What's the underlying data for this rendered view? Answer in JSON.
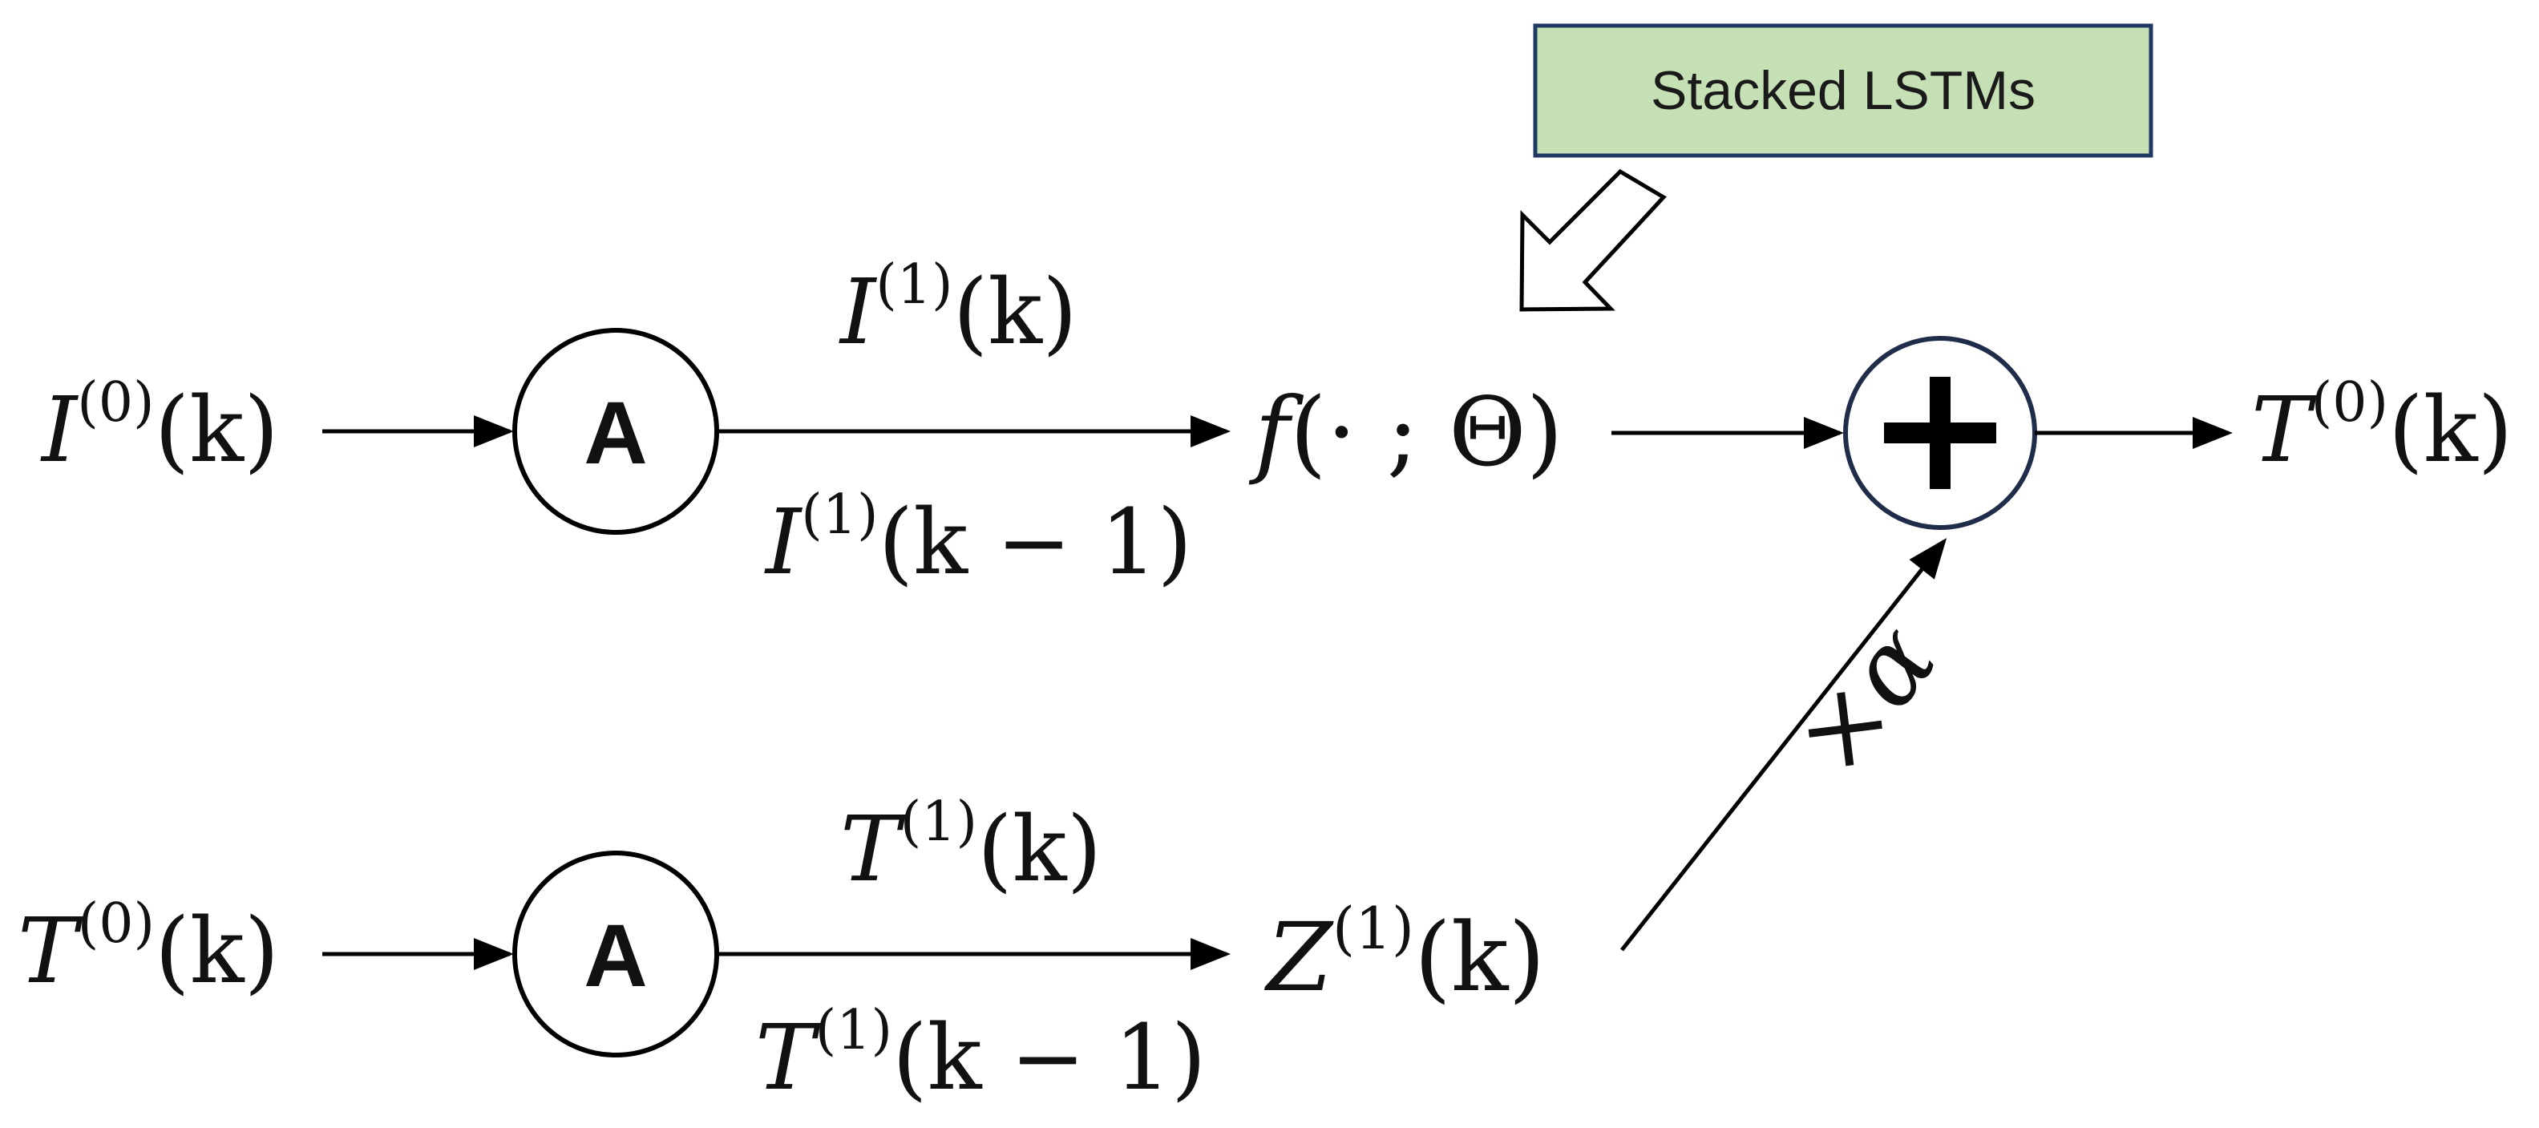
{
  "box": {
    "label": "Stacked LSTMs",
    "fill": "#c5e0b4",
    "border": "#203864"
  },
  "nodes": {
    "a_top": "A",
    "a_bottom": "A",
    "sum": "+"
  },
  "top_row": {
    "input": {
      "base": "I",
      "sup": "(0)",
      "arg": "(k)"
    },
    "edge_upper": {
      "base": "I",
      "sup": "(1)",
      "arg": "(k)"
    },
    "edge_lower": {
      "base": "I",
      "sup": "(1)",
      "arg": "(k − 1)"
    },
    "function": {
      "name": "f",
      "args": "(· ; Θ)"
    },
    "output": {
      "base": "T",
      "sup": "(0)",
      "arg": "(k)"
    }
  },
  "bottom_row": {
    "input": {
      "base": "T",
      "sup": "(0)",
      "arg": "(k)"
    },
    "edge_upper": {
      "base": "T",
      "sup": "(1)",
      "arg": "(k)"
    },
    "edge_lower": {
      "base": "T",
      "sup": "(1)",
      "arg": "(k − 1)"
    },
    "z": {
      "base": "Z",
      "sup": "(1)",
      "arg": "(k)"
    }
  },
  "scale_label": "×α",
  "colors": {
    "sum_border": "#1f2d4a",
    "line": "#000000"
  }
}
